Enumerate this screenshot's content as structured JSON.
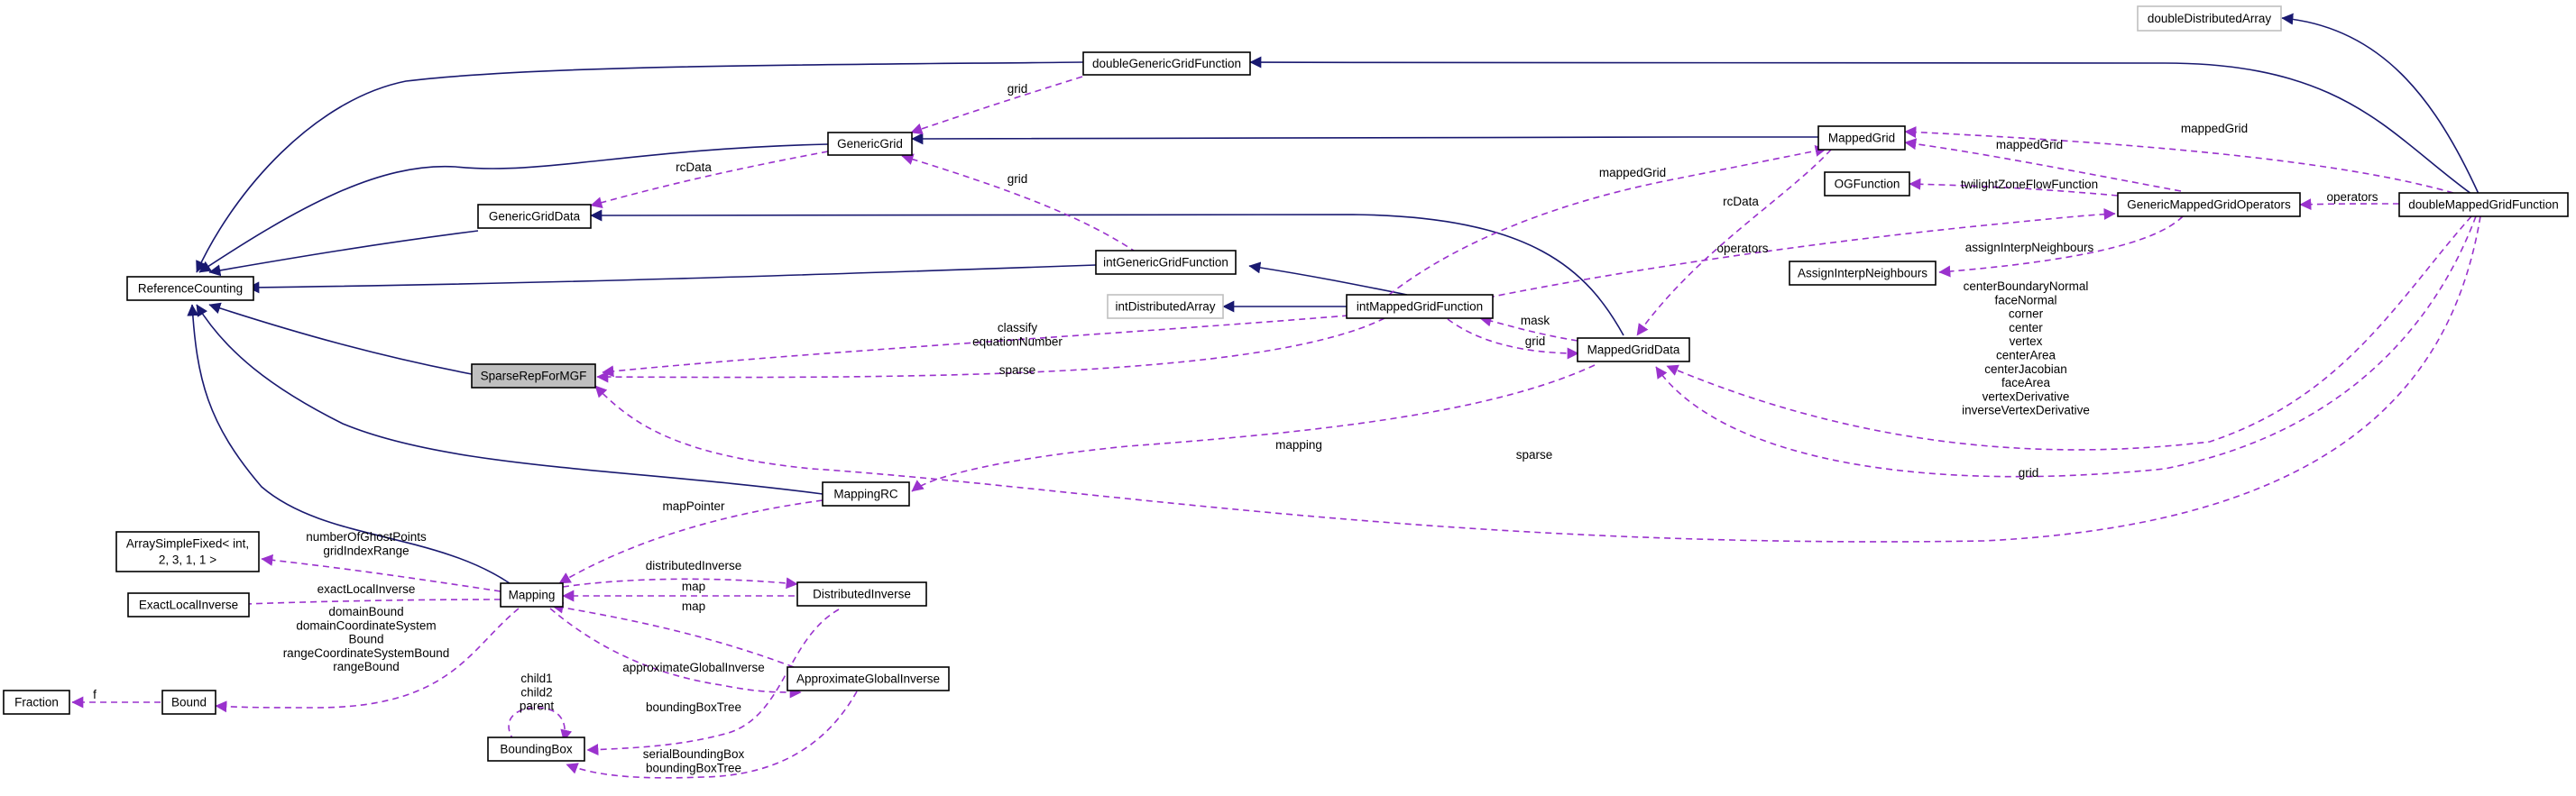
{
  "diagram": {
    "colors": {
      "inheritance": "#191970",
      "usage": "#9a32cd",
      "node_border": "#000000",
      "muted_border": "#bfbfbf",
      "highlight_fill": "#bfbfbf"
    },
    "nodes": {
      "doubleDistributedArray": "doubleDistributedArray",
      "doubleGenericGridFunction": "doubleGenericGridFunction",
      "GenericGrid": "GenericGrid",
      "MappedGrid": "MappedGrid",
      "OGFunction": "OGFunction",
      "GenericMappedGridOperators": "GenericMappedGridOperators",
      "doubleMappedGridFunction": "doubleMappedGridFunction",
      "GenericGridData": "GenericGridData",
      "ReferenceCounting": "ReferenceCounting",
      "intGenericGridFunction": "intGenericGridFunction",
      "AssignInterpNeighbours": "AssignInterpNeighbours",
      "intDistributedArray": "intDistributedArray",
      "intMappedGridFunction": "intMappedGridFunction",
      "MappedGridData": "MappedGridData",
      "SparseRepForMGF": "SparseRepForMGF",
      "MappingRC": "MappingRC",
      "ArraySimpleFixed": [
        "ArraySimpleFixed< int,",
        "2, 3, 1, 1 >"
      ],
      "Mapping": "Mapping",
      "DistributedInverse": "DistributedInverse",
      "ExactLocalInverse": "ExactLocalInverse",
      "ApproximateGlobalInverse": "ApproximateGlobalInverse",
      "Fraction": "Fraction",
      "Bound": "Bound",
      "BoundingBox": "BoundingBox"
    },
    "edge_labels": {
      "ggf_grid": [
        "grid"
      ],
      "gg_rcdata": [
        "rcData"
      ],
      "igf_grid": [
        "grid"
      ],
      "mg_mappedgrid": [
        "mappedGrid"
      ],
      "mgd_rcdata": [
        "rcData"
      ],
      "gmgo_mappedgrid": [
        "mappedGrid"
      ],
      "dmgf_mappedgrid": [
        "mappedGrid"
      ],
      "twilight": [
        "twilightZoneFlowFunction"
      ],
      "operators_dmgf": [
        "operators"
      ],
      "operators_img": [
        "operators"
      ],
      "assign_interp": [
        "assignInterpNeighbours"
      ],
      "classify": [
        "classify",
        "equationNumber"
      ],
      "sparse_img": [
        "sparse"
      ],
      "mask": [
        "mask"
      ],
      "grid_mgd": [
        "grid"
      ],
      "mgd_fields": [
        "centerBoundaryNormal",
        "faceNormal",
        "corner",
        "center",
        "vertex",
        "centerArea",
        "centerJacobian",
        "faceArea",
        "vertexDerivative",
        "inverseVertexDerivative"
      ],
      "sparse_dmgf": [
        "sparse"
      ],
      "grid_dmgf": [
        "grid"
      ],
      "mapping": [
        "mapping"
      ],
      "mappointer": [
        "mapPointer"
      ],
      "ghost": [
        "numberOfGhostPoints",
        "gridIndexRange"
      ],
      "distributedinverse": [
        "distributedInverse"
      ],
      "map1": [
        "map"
      ],
      "map2": [
        "map"
      ],
      "exactlocalinverse": [
        "exactLocalInverse"
      ],
      "bounds": [
        "domainBound",
        "domainCoordinateSystem",
        "Bound",
        "rangeCoordinateSystemBound",
        "rangeBound"
      ],
      "approxglobal": [
        "approximateGlobalInverse"
      ],
      "fraction_f": [
        "f"
      ],
      "bbtree1": [
        "boundingBoxTree"
      ],
      "children": [
        "child1",
        "child2",
        "parent"
      ],
      "serialbb": [
        "serialBoundingBox",
        "boundingBoxTree"
      ]
    }
  }
}
